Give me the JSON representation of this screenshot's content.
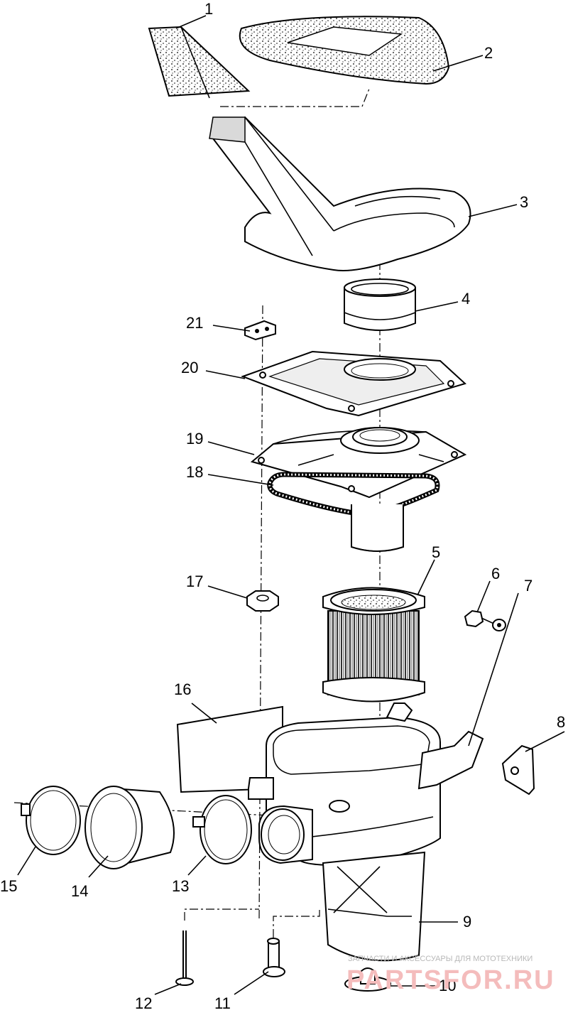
{
  "diagram": {
    "callouts": [
      {
        "id": "1",
        "label": "1"
      },
      {
        "id": "2",
        "label": "2"
      },
      {
        "id": "3",
        "label": "3"
      },
      {
        "id": "4",
        "label": "4"
      },
      {
        "id": "5",
        "label": "5"
      },
      {
        "id": "6",
        "label": "6"
      },
      {
        "id": "7",
        "label": "7"
      },
      {
        "id": "8",
        "label": "8"
      },
      {
        "id": "9",
        "label": "9"
      },
      {
        "id": "10",
        "label": "10"
      },
      {
        "id": "11",
        "label": "11"
      },
      {
        "id": "12",
        "label": "12"
      },
      {
        "id": "13",
        "label": "13"
      },
      {
        "id": "14",
        "label": "14"
      },
      {
        "id": "15",
        "label": "15"
      },
      {
        "id": "16",
        "label": "16"
      },
      {
        "id": "17",
        "label": "17"
      },
      {
        "id": "18",
        "label": "18"
      },
      {
        "id": "19",
        "label": "19"
      },
      {
        "id": "20",
        "label": "20"
      },
      {
        "id": "21",
        "label": "21"
      }
    ],
    "watermark": {
      "tagline": "ЗАПЧАСТИ И АКСЕССУАРЫ ДЛЯ МОТОТЕХНИКИ",
      "brand": "PARTSFOR.RU"
    }
  }
}
